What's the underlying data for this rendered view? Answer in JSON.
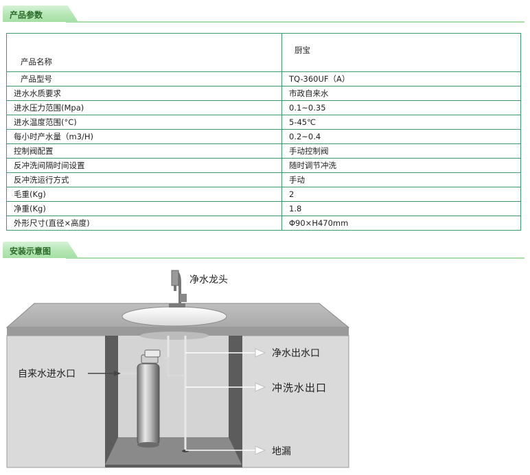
{
  "params_section": {
    "title": "产品参数"
  },
  "params": {
    "rows": [
      {
        "key": "产品名称",
        "value": "厨宝"
      },
      {
        "key": "产品型号",
        "value": "TQ-360UF（A）"
      },
      {
        "key": "进水水质要求",
        "value": "市政自来水"
      },
      {
        "key": "进水压力范围(Mpa)",
        "value": "0.1~0.35"
      },
      {
        "key": "进水温度范围(°C)",
        "value": "5-45℃"
      },
      {
        "key": "每小时产水量（m3/H)",
        "value": "0.2~0.4"
      },
      {
        "key": "控制阀配置",
        "value": "手动控制阀"
      },
      {
        "key": "反冲洗间隔时间设置",
        "value": "随时调节冲洗"
      },
      {
        "key": "反冲洗运行方式",
        "value": "手动"
      },
      {
        "key": "毛重(Kg)",
        "value": "2"
      },
      {
        "key": "净重(Kg)",
        "value": "1.8"
      },
      {
        "key": "外形尺寸(直径×高度)",
        "value": "Φ90×H470mm"
      }
    ]
  },
  "install_section": {
    "title": "安装示意图"
  },
  "diagram": {
    "labels": {
      "faucet": "净水龙头",
      "pure_outlet": "净水出水口",
      "tap_inlet": "自来水进水口",
      "flush_outlet": "冲洗水出口",
      "floor_drain": "地漏"
    }
  },
  "colors": {
    "accent_green": "#a8e0a8",
    "table_border": "#3a9b6b"
  }
}
